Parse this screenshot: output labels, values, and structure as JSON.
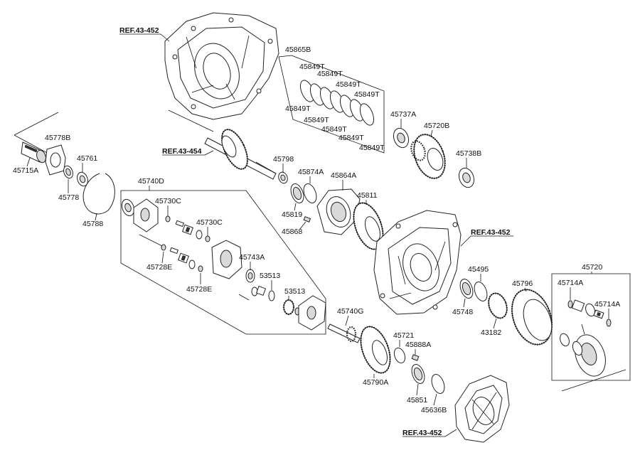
{
  "refs": {
    "ref_top": "REF.43-452",
    "ref_shaft": "REF.43-454",
    "ref_right": "REF.43-452",
    "ref_bottom": "REF.43-452"
  },
  "parts": {
    "p45865B": "45865B",
    "p45849T_a": "45849T",
    "p45849T_b": "45849T",
    "p45849T_c": "45849T",
    "p45849T_d": "45849T",
    "p45849T_e": "45849T",
    "p45849T_f": "45849T",
    "p45849T_g": "45849T",
    "p45849T_h": "45849T",
    "p45849T_i": "45849T",
    "p45737A": "45737A",
    "p45720B": "45720B",
    "p45738B": "45738B",
    "p45778B": "45778B",
    "p45715A": "45715A",
    "p45778": "45778",
    "p45761": "45761",
    "p45788": "45788",
    "p45740D": "45740D",
    "p45730C_a": "45730C",
    "p45730C_b": "45730C",
    "p45728E_a": "45728E",
    "p45728E_b": "45728E",
    "p45743A": "45743A",
    "p53513_a": "53513",
    "p53513_b": "53513",
    "p45798": "45798",
    "p45874A": "45874A",
    "p45864A": "45864A",
    "p45819": "45819",
    "p45868": "45868",
    "p45811": "45811",
    "p45740G": "45740G",
    "p45721": "45721",
    "p45888A": "45888A",
    "p45790A": "45790A",
    "p45851": "45851",
    "p45636B": "45636B",
    "p45495": "45495",
    "p45748": "45748",
    "p45796": "45796",
    "p43182": "43182",
    "p45720": "45720",
    "p45714A_a": "45714A",
    "p45714A_b": "45714A"
  }
}
